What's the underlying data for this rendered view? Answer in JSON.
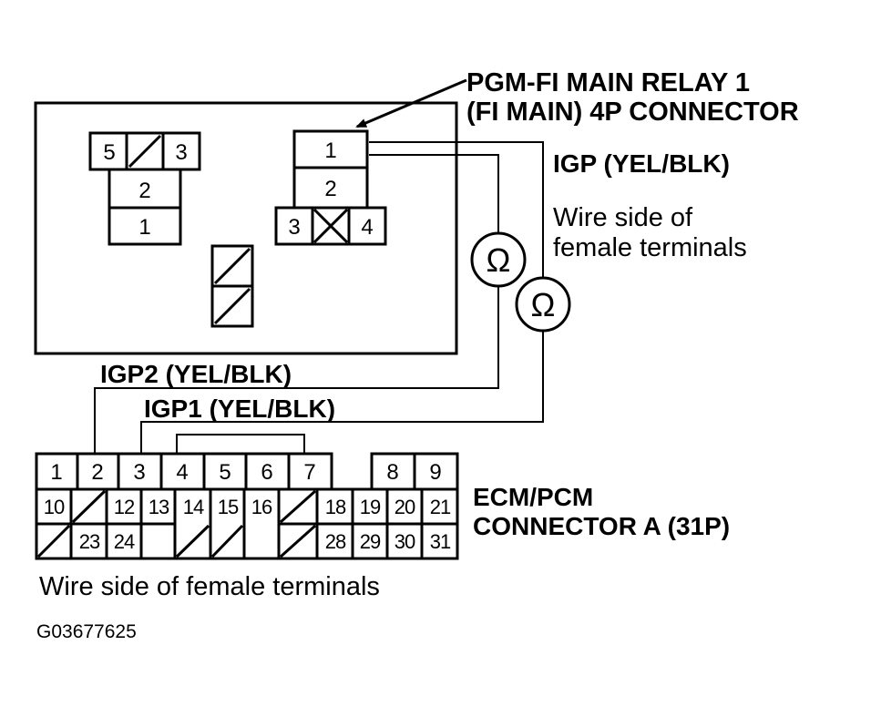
{
  "relay_callout": {
    "line1": "PGM-FI MAIN RELAY 1",
    "line2": "(FI MAIN) 4P CONNECTOR"
  },
  "igp_label": "IGP (YEL/BLK)",
  "relay_wire_side": {
    "line1": "Wire side of",
    "line2": "female terminals"
  },
  "igp2_label": "IGP2 (YEL/BLK)",
  "igp1_label": "IGP1 (YEL/BLK)",
  "ecm_label": {
    "line1": "ECM/PCM",
    "line2": "CONNECTOR A (31P)"
  },
  "ecm_wire_side": "Wire side of female terminals",
  "figure_code": "G03677625",
  "ohm_symbol": "Ω",
  "left_connector_pins": {
    "top_left": "5",
    "top_right": "3",
    "mid": "2",
    "bottom": "1"
  },
  "main_relay_pins": {
    "p1": "1",
    "p2": "2",
    "p3": "3",
    "p4": "4"
  },
  "ecm_pins": {
    "row1": [
      "1",
      "2",
      "3",
      "4",
      "5",
      "6",
      "7",
      "8",
      "9"
    ],
    "row2": [
      "10",
      "12",
      "13",
      "14",
      "15",
      "16",
      "18",
      "19",
      "20",
      "21"
    ],
    "row3": [
      "23",
      "24",
      "28",
      "29",
      "30",
      "31"
    ]
  }
}
